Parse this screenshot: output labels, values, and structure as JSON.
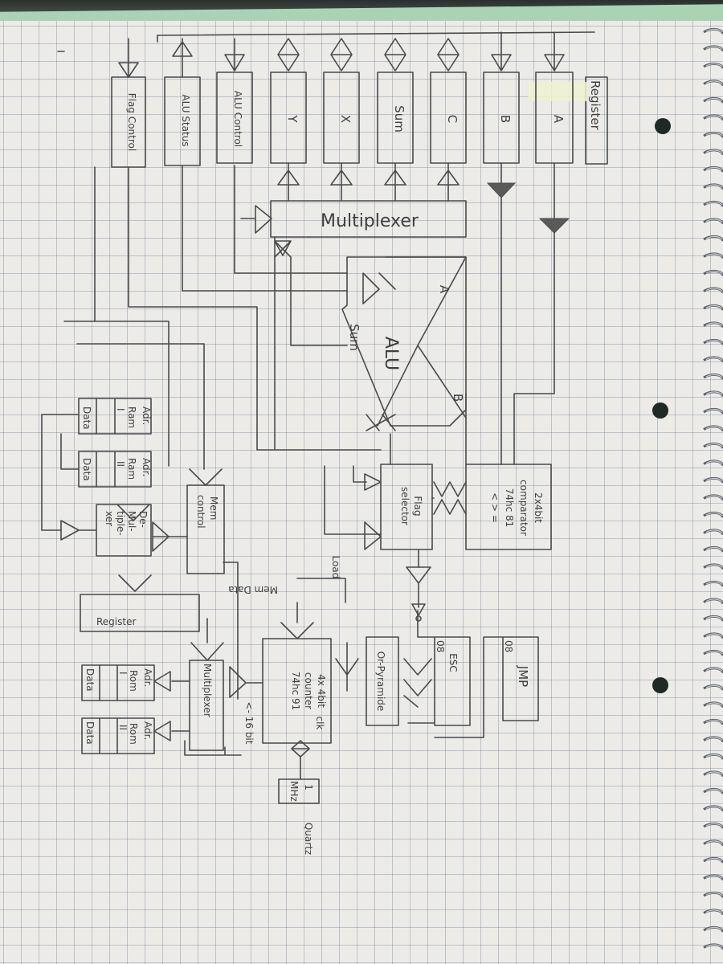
{
  "registers": [
    {
      "id": "a",
      "label": "A"
    },
    {
      "id": "b",
      "label": "B"
    },
    {
      "id": "c",
      "label": "C"
    },
    {
      "id": "sum",
      "label": "Sum"
    },
    {
      "id": "x",
      "label": "X"
    },
    {
      "id": "y",
      "label": "Y"
    },
    {
      "id": "alu-control",
      "label": "ALU Control"
    },
    {
      "id": "alu-status",
      "label": "ALU Status"
    },
    {
      "id": "flag-control",
      "label": "Flag Control"
    }
  ],
  "labels": {
    "register": "Register",
    "multiplexer_top": "Multiplexer",
    "alu": "ALU",
    "alu_in_a": "A",
    "alu_in_b": "B",
    "alu_out_sum": "Sum",
    "comparator": [
      "2x4bit",
      "comparator",
      "74hc 81",
      "< > ="
    ],
    "flag_selector": [
      "Flag",
      "selector"
    ],
    "or_pyramide": "Or-Pyramide",
    "esc": "ESC",
    "esc_pin": "08",
    "jmp": "JMP",
    "jmp_pin": "08",
    "counter": [
      "4x 4bit",
      "counter",
      "74hc 91"
    ],
    "clk": "clk",
    "load": "Load",
    "bit16": "<- 16 bit",
    "quartz_freq": [
      "1",
      "MHz"
    ],
    "quartz": "Quartz",
    "ram1": [
      "Adr.",
      "Ram",
      "I",
      "Data"
    ],
    "ram2": [
      "Adr.",
      "Ram",
      "II",
      "Data"
    ],
    "rom1": [
      "Adr.",
      "Rom",
      "I",
      "Data"
    ],
    "rom2": [
      "Adr.",
      "Rom",
      "II",
      "Data"
    ],
    "demux": [
      "De-",
      "Mul-",
      "tiple-",
      "xer"
    ],
    "mem_control": [
      "Mem",
      "control"
    ],
    "mem_data_register": [
      "Mem Data",
      "Register"
    ],
    "multiplexer_mem": "Multiplexer"
  },
  "colors": {
    "ink": "#4a4a4a",
    "paper": "#ecebe8",
    "grid": "#8a97ad",
    "tab": "#a9d3b3",
    "highlighter": "#e8f0c8"
  }
}
